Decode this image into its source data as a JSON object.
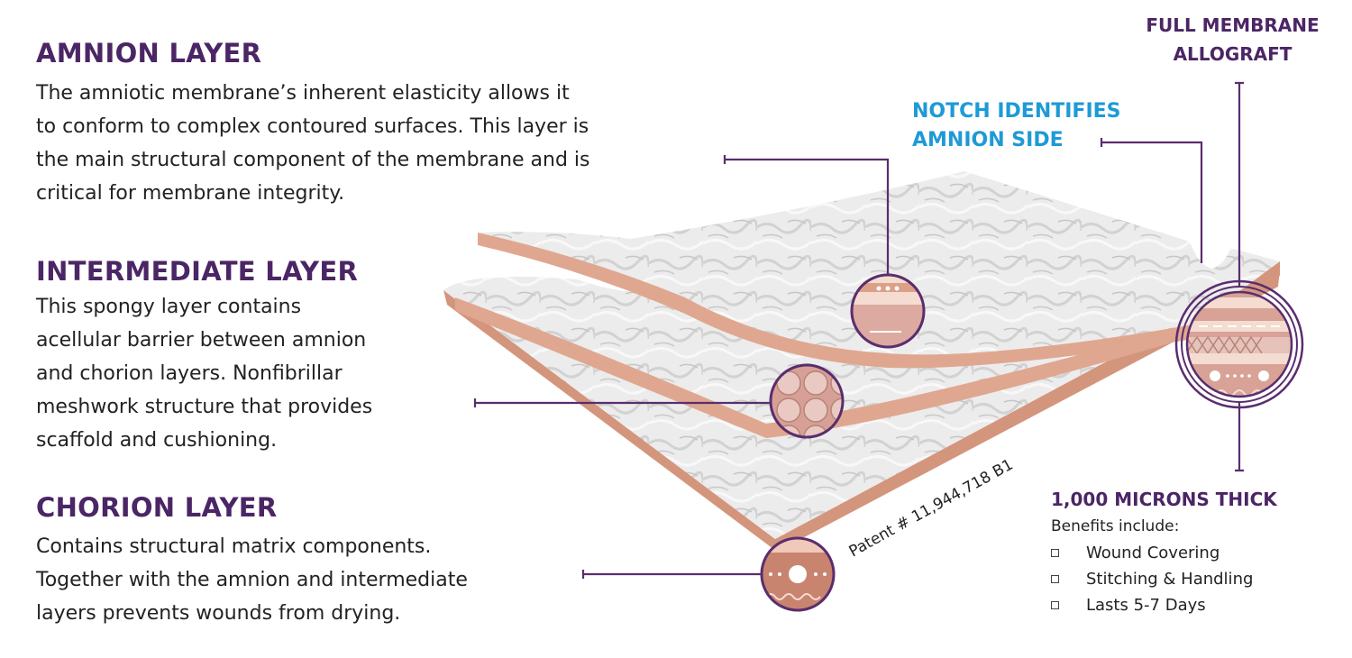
{
  "layers": [
    {
      "title": "AMNION LAYER",
      "description_lines": [
        "The amniotic membrane’s inherent elasticity allows it",
        "to conform to complex contoured surfaces. This layer is",
        "the main structural component of the membrane and is",
        "critical for membrane integrity."
      ]
    },
    {
      "title": "INTERMEDIATE LAYER",
      "description_lines": [
        "This spongy layer contains",
        "acellular barrier between amnion",
        "and chorion layers. Nonfibrillar",
        "meshwork structure that provides",
        "scaffold and cushioning."
      ]
    },
    {
      "title": "CHORION LAYER",
      "description_lines": [
        "Contains structural matrix components.",
        "Together with the amnion and intermediate",
        "layers prevents wounds from drying."
      ]
    }
  ],
  "callouts": {
    "full_membrane": [
      "FULL MEMBRANE",
      "ALLOGRAFT"
    ],
    "notch": [
      "NOTCH IDENTIFIES",
      "AMNION SIDE"
    ]
  },
  "patent": "Patent # 11,944,718 B1",
  "specs": {
    "thickness_title": "1,000 MICRONS THICK",
    "benefits_intro": "Benefits include:",
    "benefits": [
      "Wound Covering",
      "Stitching & Handling",
      "Lasts 5-7 Days"
    ]
  },
  "colors": {
    "title_purple": "#4b2565",
    "callout_blue": "#1e9ad6",
    "tissue_pink": "#e0a790",
    "tissue_light": "#f4dcd0",
    "line_purple": "#5a2d6e",
    "membrane_gray": "#e9e9e9"
  }
}
